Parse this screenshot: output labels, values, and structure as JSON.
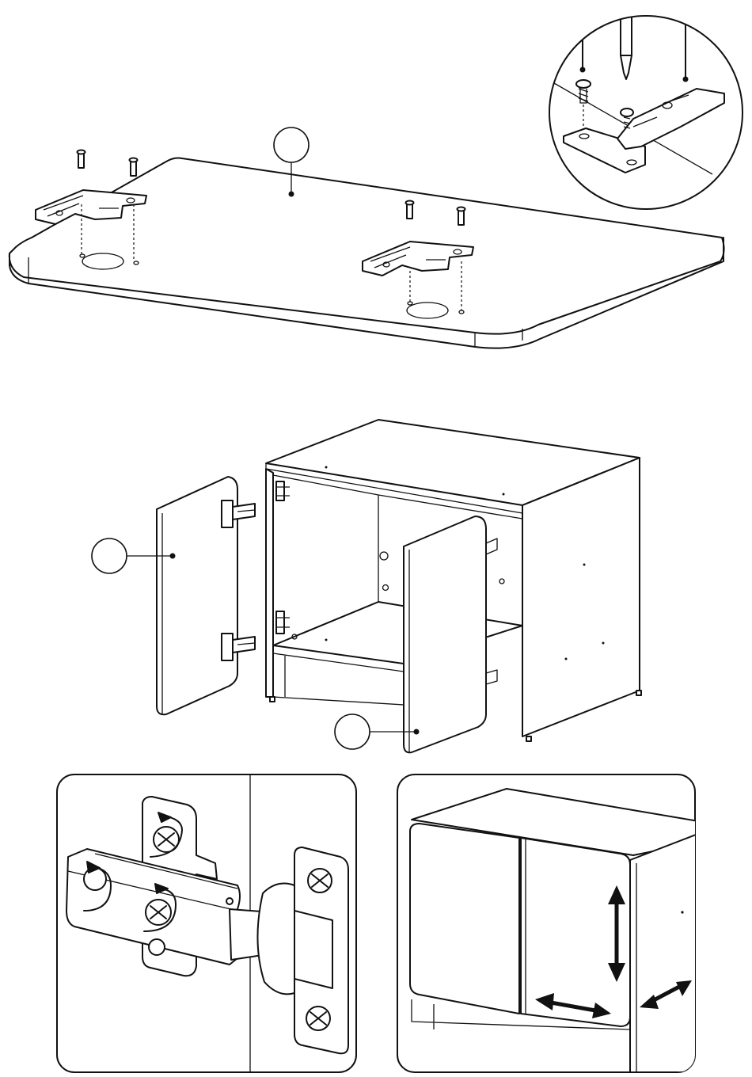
{
  "figure": {
    "title": "",
    "steps": [
      {
        "name": "hinge-mounting-on-door"
      },
      {
        "name": "door-attachment-to-cabinet"
      },
      {
        "name": "hinge-adjustment-screws"
      },
      {
        "name": "door-alignment-adjustment"
      }
    ],
    "callouts": [
      {
        "id": "door-panel-callout",
        "label": ""
      },
      {
        "id": "left-door-callout",
        "label": ""
      },
      {
        "id": "right-door-callout",
        "label": ""
      }
    ],
    "arrows": [
      "vertical-adjustment",
      "horizontal-adjustment",
      "depth-adjustment"
    ],
    "colors": {
      "line": "#111111",
      "background": "#ffffff",
      "shade": "#d9d9d9"
    }
  }
}
